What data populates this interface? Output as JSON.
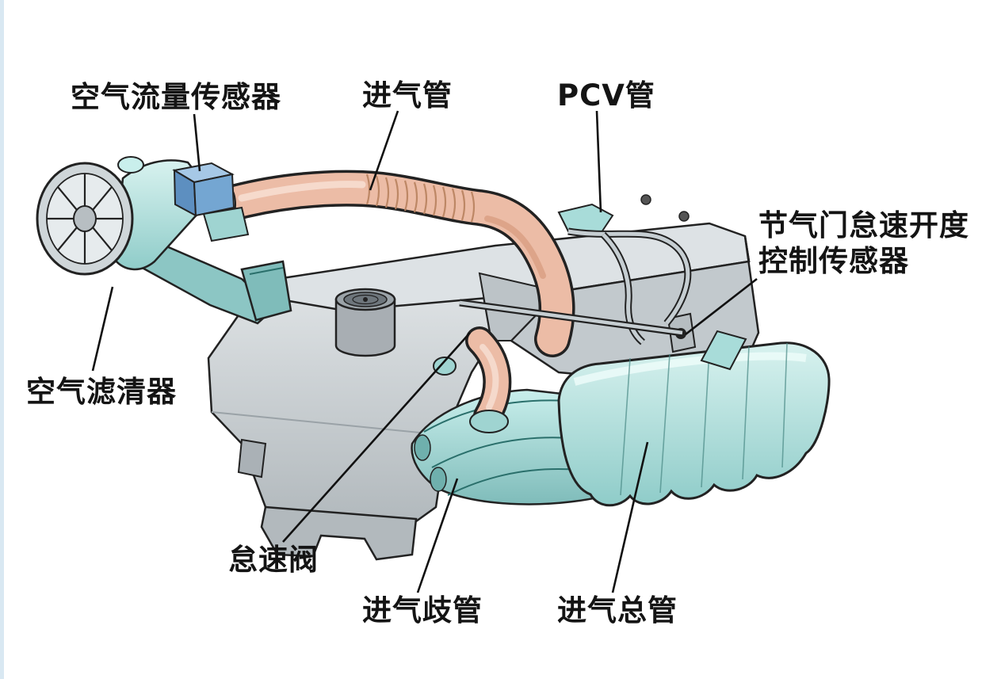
{
  "diagram": {
    "type": "engine-air-intake-system-diagram",
    "labels": [
      {
        "id": "air-flow-sensor",
        "text": "空气流量传感器"
      },
      {
        "id": "intake-pipe",
        "text": "进气管"
      },
      {
        "id": "pcv-pipe",
        "text": "PCV管"
      },
      {
        "id": "throttle-idle-sensor",
        "text": "节气门怠速开度\n控制传感器"
      },
      {
        "id": "air-filter",
        "text": "空气滤清器"
      },
      {
        "id": "idle-valve",
        "text": "怠速阀"
      },
      {
        "id": "intake-manifold",
        "text": "进气歧管"
      },
      {
        "id": "intake-main-pipe",
        "text": "进气总管"
      }
    ],
    "colors": {
      "teal_part": "#a8dcd9",
      "teal_light": "#d8f2ef",
      "salmon_hose": "#ecbca6",
      "blue_sensor": "#6ea9d8",
      "engine_gray": "#c9cfd3",
      "outline": "#1c1c1c",
      "leader_line": "#111111",
      "label_text": "#141414"
    }
  }
}
